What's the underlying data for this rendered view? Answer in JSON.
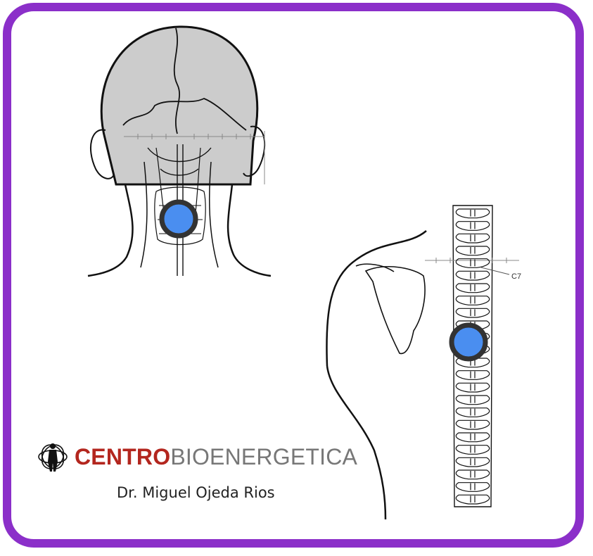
{
  "colors": {
    "frame": "#8b2fc9",
    "marker_fill": "#4a8ef0",
    "marker_ring": "#333333",
    "brand_accent": "#b3261e",
    "brand_light": "#777777",
    "skull_fill": "#cccccc"
  },
  "labels": {
    "vertebra": "C7"
  },
  "brand": {
    "logo_icon": "figure-swirl-logo",
    "name_strong": "CENTRO",
    "name_light": "BIOENERGETICA",
    "doctor": "Dr. Miguel Ojeda Rios"
  }
}
